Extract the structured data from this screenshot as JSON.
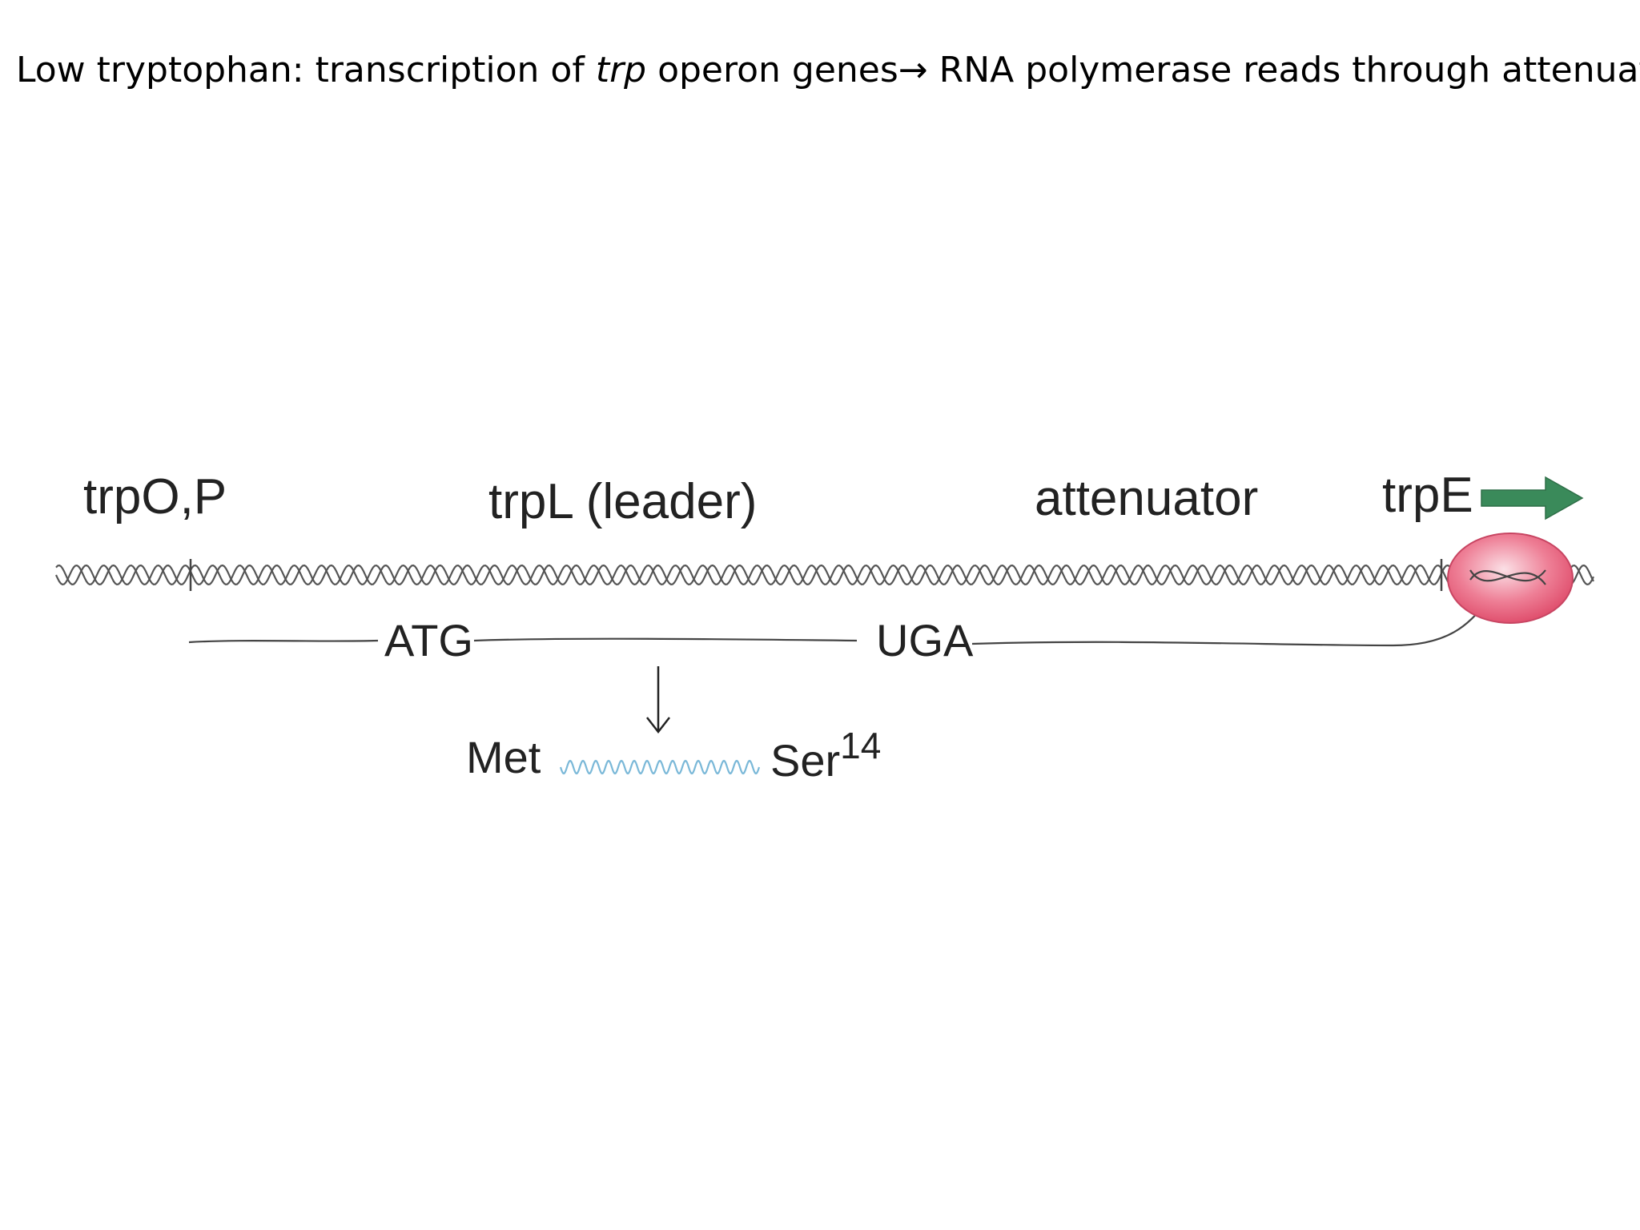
{
  "title": {
    "pre": "Low tryptophan: transcription of ",
    "italic": "trp",
    "mid": " operon genes",
    "arrow": "→",
    "post": " RNA polymerase reads through attenuator."
  },
  "diagram": {
    "regions": {
      "operator_promoter": "trpO,P",
      "leader": "trpL (leader)",
      "attenuator": "attenuator",
      "gene": "trpE"
    },
    "codons": {
      "start": "ATG",
      "stop": "UGA"
    },
    "peptide": {
      "start": "Met",
      "end": "Ser",
      "end_superscript": "14"
    },
    "icons": [
      "dna-helix-icon",
      "rna-polymerase-icon",
      "direction-arrow-icon",
      "translation-arrow-icon",
      "peptide-squiggle-icon"
    ],
    "colors": {
      "arrow": "#3a8a5a",
      "polymerase": "#e8607a",
      "peptide": "#7ab8d8",
      "dna": "#555555"
    }
  }
}
